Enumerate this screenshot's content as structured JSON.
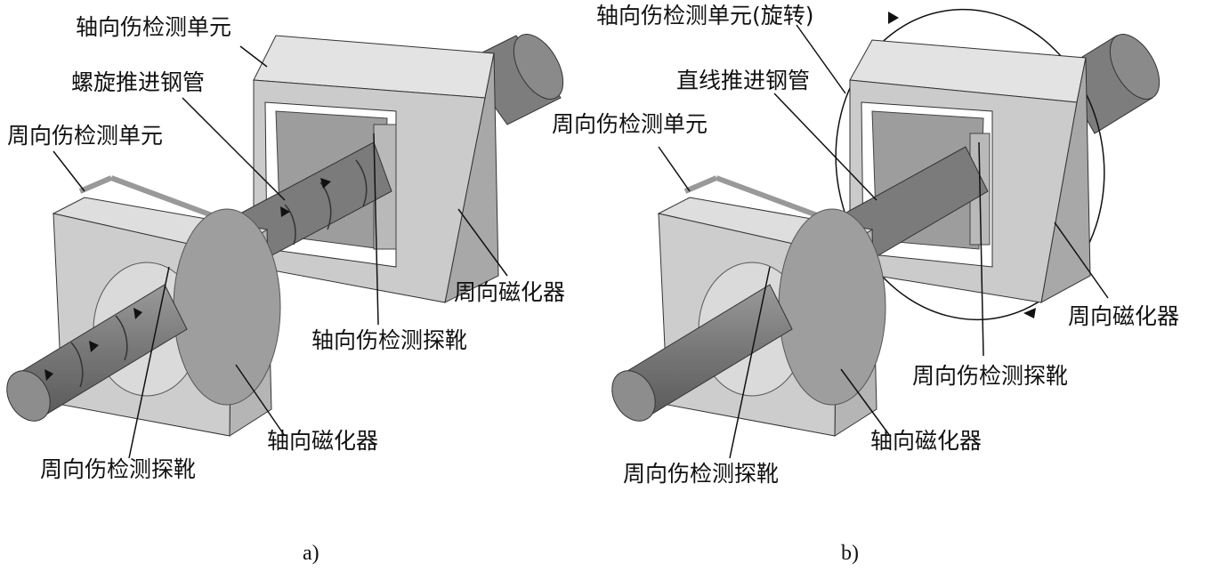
{
  "panel_a": {
    "caption": "a)",
    "labels": {
      "axial_unit": "轴向伤检测单元",
      "spiral_pipe": "螺旋推进钢管",
      "circ_unit": "周向伤检测单元",
      "circ_magnetizer": "周向磁化器",
      "axial_probe": "轴向伤检测探靴",
      "axial_magnetizer": "轴向磁化器",
      "circ_probe": "周向伤检测探靴"
    }
  },
  "panel_b": {
    "caption": "b)",
    "labels": {
      "axial_unit_rot": "轴向伤检测单元(旋转)",
      "straight_pipe": "直线推进钢管",
      "circ_unit": "周向伤检测单元",
      "circ_magnetizer": "周向磁化器",
      "circ_probe_right": "周向伤检测探靴",
      "axial_magnetizer": "轴向磁化器",
      "circ_probe_bottom": "周向伤检测探靴"
    }
  },
  "colors": {
    "pipe": "#7b7b7b",
    "pipe_dark": "#5e5e5e",
    "box_front": "#c9c9c9",
    "box_side": "#a9a9a9",
    "box_top": "#e0e0e0",
    "ring": "#9a9a9a",
    "line": "#111111"
  }
}
